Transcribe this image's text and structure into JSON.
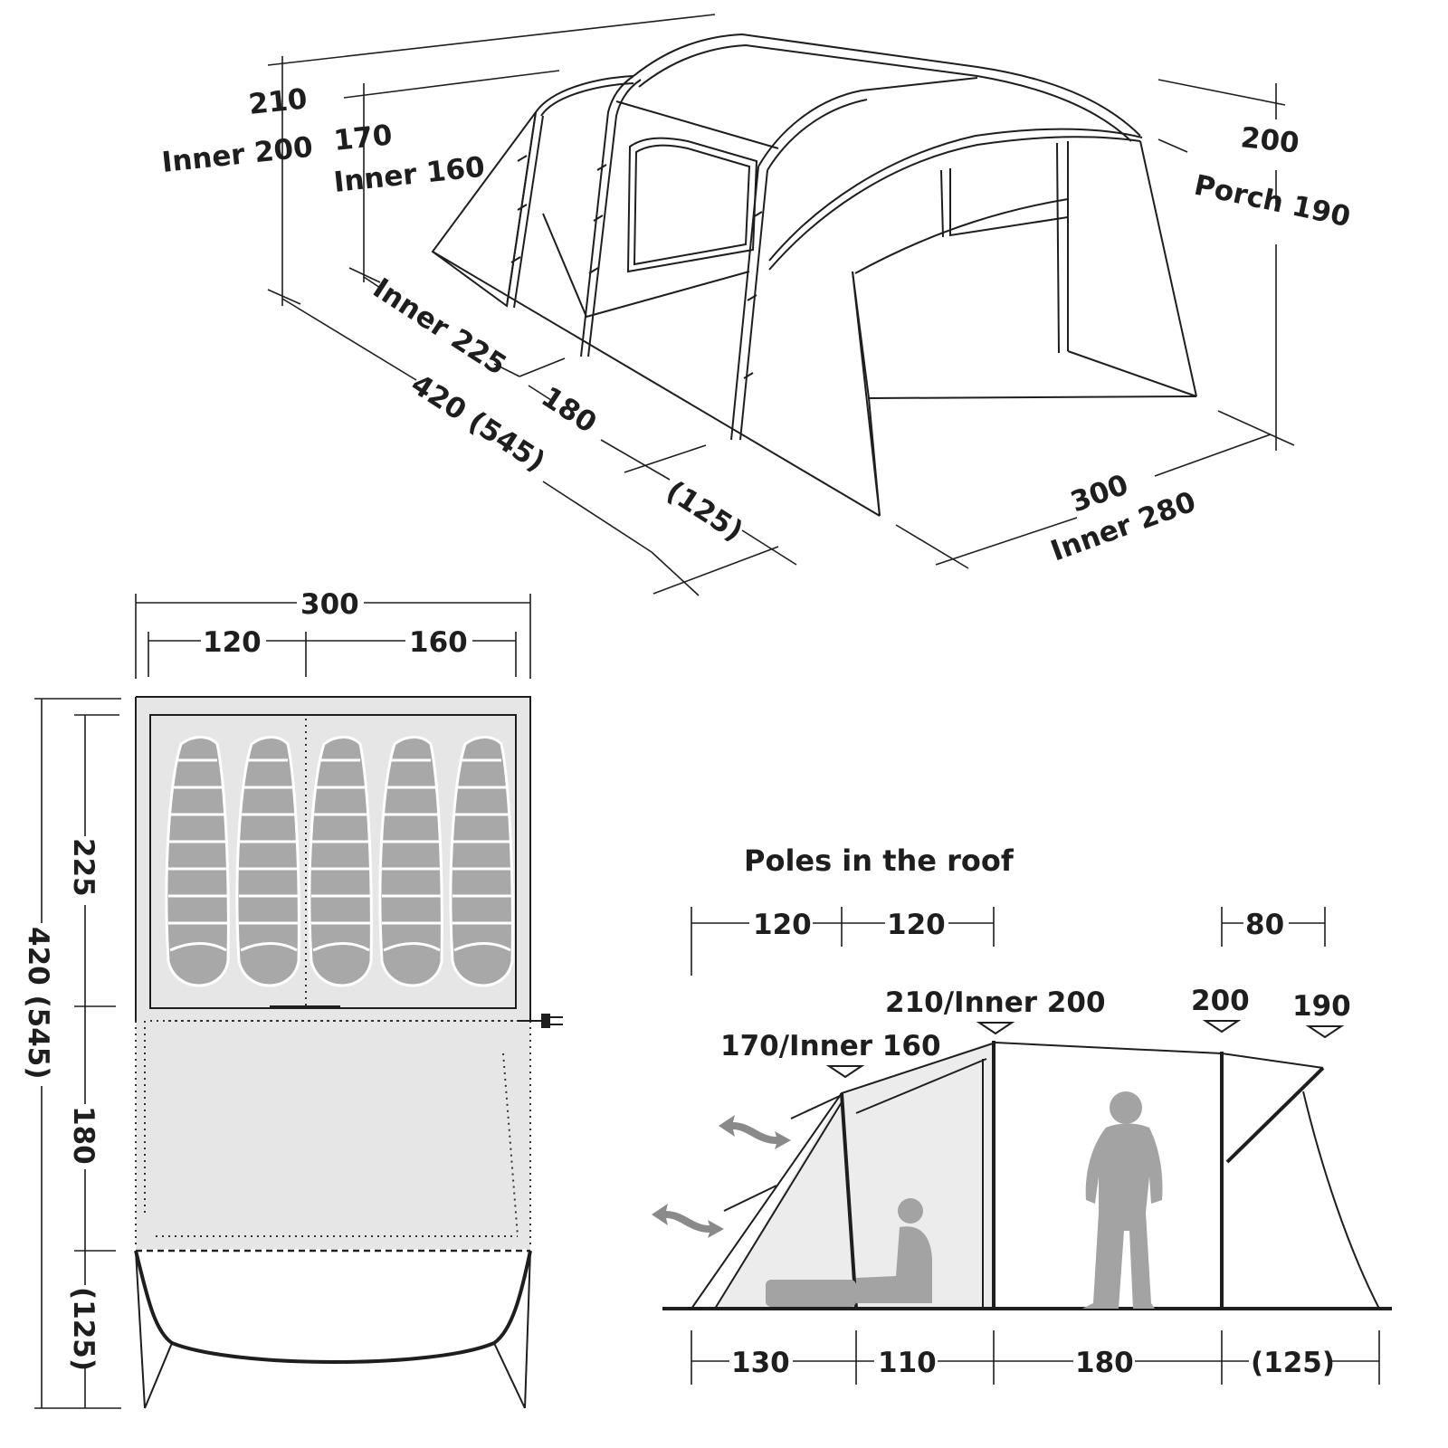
{
  "colors": {
    "line": "#1e1e1e",
    "floor_fill": "#e6e6e6",
    "sleeping_bag": "#a8a8a8",
    "person": "#a3a3a3"
  },
  "iso": {
    "total_height": "210",
    "total_height_inner": "Inner 200",
    "front_height": "170",
    "front_height_inner": "Inner 160",
    "back_height": "200",
    "porch_height": "Porch 190",
    "inner_length": "Inner 225",
    "middle_length": "180",
    "porch_length": "(125)",
    "total_length": "420 (545)",
    "width": "300",
    "width_inner": "Inner 280"
  },
  "plan": {
    "width": "300",
    "left_part": "120",
    "right_part": "160",
    "total_length": "420 (545)",
    "inner_length": "225",
    "middle_length": "180",
    "porch_length": "(125)",
    "sleeping_bags": 5,
    "icons": [
      "sleeping-bag-icon",
      "power-plug-icon"
    ]
  },
  "side": {
    "title": "Poles in the roof",
    "pole_spacing_1": "120",
    "pole_spacing_2": "120",
    "pole_spacing_3": "80",
    "height_total": "210/Inner 200",
    "height_front": "170/Inner 160",
    "height_back": "200",
    "height_porch": "190",
    "seg_1": "130",
    "seg_2": "110",
    "seg_3": "180",
    "seg_4": "(125)",
    "icons": [
      "ventilation-arrow-icon",
      "sitting-person-icon",
      "standing-person-icon"
    ]
  }
}
